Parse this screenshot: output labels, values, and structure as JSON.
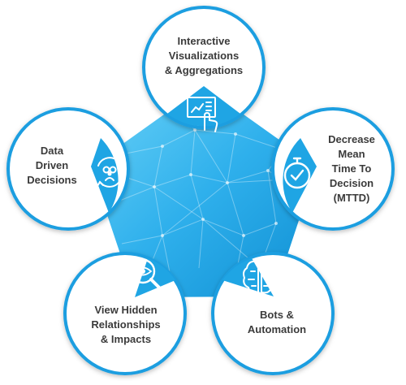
{
  "diagram": {
    "colors": {
      "pentagon_light": "#52c6f3",
      "pentagon_dark": "#1199d9",
      "circle_ring": "#1b9ee0",
      "circle_fill": "#ffffff",
      "text": "#3b3b3b",
      "icon": "#ffffff"
    },
    "nodes": [
      {
        "id": "interactive",
        "lines": [
          "Interactive",
          "Visualizations",
          "& Aggregations"
        ],
        "icon": "dashboard-touch-icon"
      },
      {
        "id": "mttd",
        "lines": [
          "Decrease",
          "Mean",
          "Time To",
          "Decision",
          "(MTTD)"
        ],
        "icon": "stopwatch-check-icon"
      },
      {
        "id": "bots",
        "lines": [
          "Bots &",
          "Automation"
        ],
        "icon": "brain-icon"
      },
      {
        "id": "relationships",
        "lines": [
          "View Hidden",
          "Relationships",
          "& Impacts"
        ],
        "icon": "magnifier-eye-icon"
      },
      {
        "id": "decisions",
        "lines": [
          "Data",
          "Driven",
          "Decisions"
        ],
        "icon": "gears-user-icon"
      }
    ]
  }
}
